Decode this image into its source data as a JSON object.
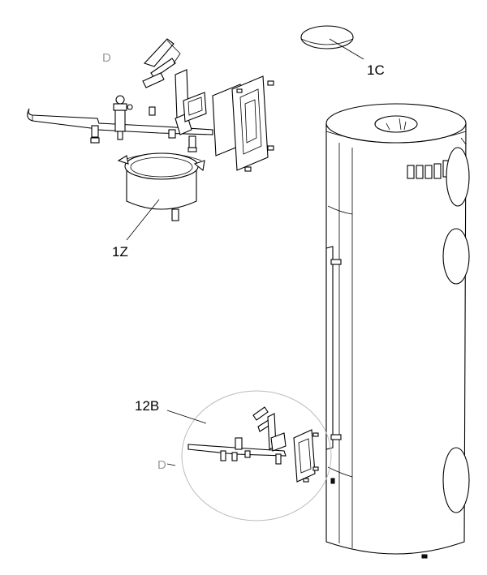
{
  "labels": {
    "lid": "1C",
    "ring_pot": "1Z",
    "detail": "12B",
    "ghost_top": "D",
    "ghost_bottom": "D"
  },
  "colors": {
    "line": "#000000",
    "background": "#ffffff",
    "ghost_label": "#9a9a9a",
    "detail_circle": "#bbbbbb"
  }
}
